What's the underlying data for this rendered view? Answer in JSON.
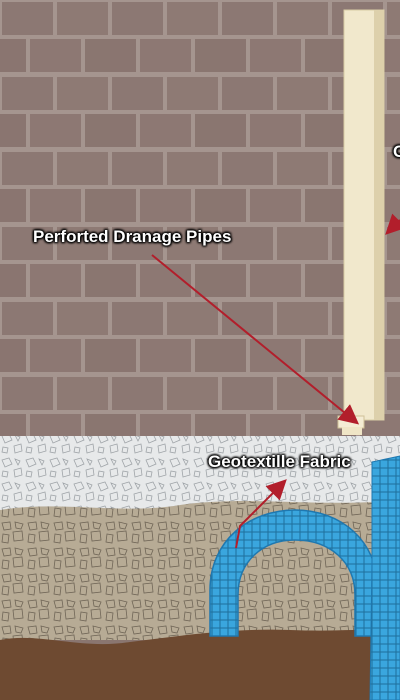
{
  "labels": {
    "perforated_pipes": "Perforted Dranage Pipes",
    "geotextile_fabric": "Geotextille Fabric",
    "edge_fragment": "C"
  },
  "colors": {
    "brick": "#8c7873",
    "mortar": "#a5958f",
    "downspout": "#f1e8cc",
    "gravel_white": "#e9ebec",
    "gravel_tan": "#b4a892",
    "soil": "#6e4a31",
    "fabric_blue": "#3aa6de",
    "arrow": "#b21e2b"
  }
}
